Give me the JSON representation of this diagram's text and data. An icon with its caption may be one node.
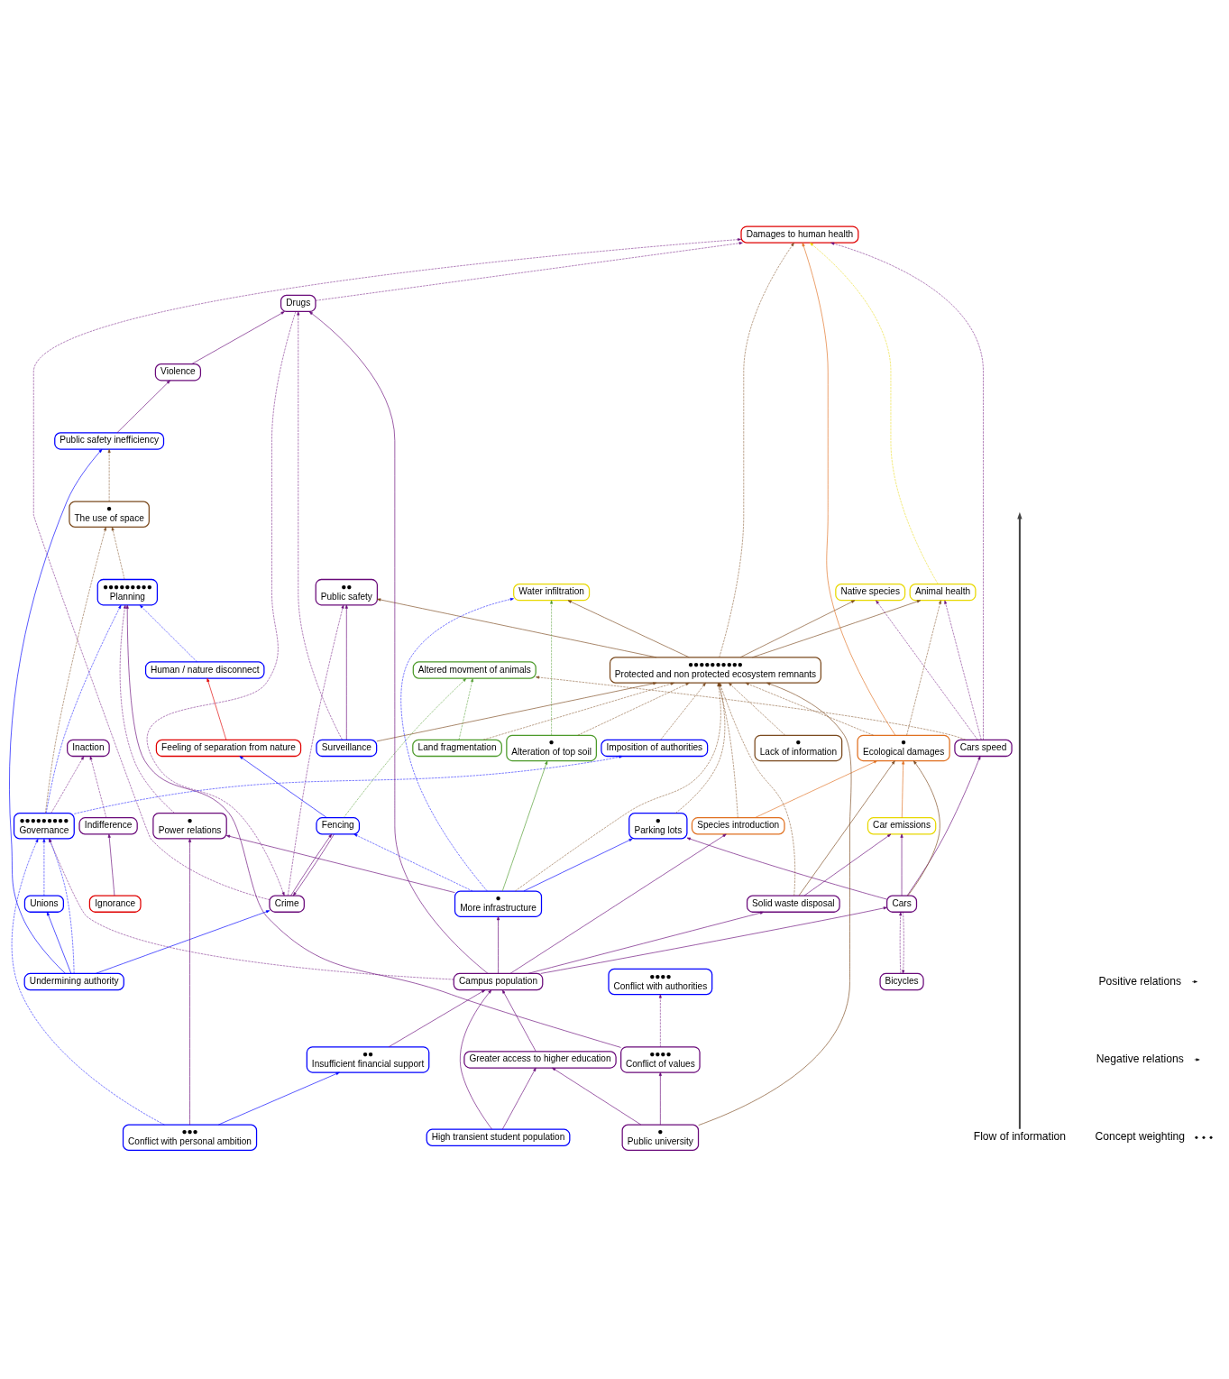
{
  "diagram": {
    "nodes": [
      {
        "text": [
          "Water infiltration"
        ]
      },
      {
        "text": [
          "●●●●",
          "Conflict with authorities"
        ]
      },
      {
        "text": [
          "Bicycles"
        ]
      },
      {
        "text": [
          "●●",
          "Public safety"
        ]
      },
      {
        "text": [
          "Altered movment of animals"
        ]
      },
      {
        "text": [
          "Inaction"
        ]
      },
      {
        "text": [
          "Damages to human health"
        ]
      },
      {
        "text": [
          "Native species"
        ]
      },
      {
        "text": [
          "Indifference"
        ]
      },
      {
        "text": [
          "Crime"
        ]
      },
      {
        "text": [
          "Animal health"
        ]
      },
      {
        "text": [
          "Ignorance"
        ]
      },
      {
        "text": [
          "●●●●●●●●●●",
          "Protected and non protected ecosystem remnants"
        ]
      },
      {
        "text": [
          "Drugs"
        ]
      },
      {
        "text": [
          "Cars speed"
        ]
      },
      {
        "text": [
          "●",
          "Alteration of top soil"
        ]
      },
      {
        "text": [
          "Land fragmentation"
        ]
      },
      {
        "text": [
          "Surveillance"
        ]
      },
      {
        "text": [
          "Imposition of authorities"
        ]
      },
      {
        "text": [
          "●",
          "Lack of information"
        ]
      },
      {
        "text": [
          "●",
          "Parking lots"
        ]
      },
      {
        "text": [
          "●",
          "Ecological damages"
        ]
      },
      {
        "text": [
          "Violence"
        ]
      },
      {
        "text": [
          "Species introduction"
        ]
      },
      {
        "text": [
          "Car emissions"
        ]
      },
      {
        "text": [
          "Public safety inefficiency"
        ]
      },
      {
        "text": [
          "Cars"
        ]
      },
      {
        "text": [
          "Solid waste disposal"
        ]
      },
      {
        "text": [
          "●",
          "The use of space"
        ]
      },
      {
        "text": [
          "●●●●●●●●●",
          "Planning"
        ]
      },
      {
        "text": [
          "●●●●",
          "Conflict of values"
        ]
      },
      {
        "text": [
          "●●●●●●●●●",
          "Governance"
        ]
      },
      {
        "text": [
          "Human / nature disconnect"
        ]
      },
      {
        "text": [
          "●",
          "Power relations"
        ]
      },
      {
        "text": [
          "Unions"
        ]
      },
      {
        "text": [
          "Feeling of separation from nature"
        ]
      },
      {
        "text": [
          "Fencing"
        ]
      },
      {
        "text": [
          "Undermining authority"
        ]
      },
      {
        "text": [
          "●",
          "More infrastructure"
        ]
      },
      {
        "text": [
          "Campus population"
        ]
      },
      {
        "text": [
          "Greater access to higher education"
        ]
      },
      {
        "text": [
          "●●",
          "Insufficient financial support"
        ]
      },
      {
        "text": [
          "●",
          "Public university"
        ]
      },
      {
        "text": [
          "High transient student population"
        ]
      },
      {
        "text": [
          "●●●",
          "Conflict with personal ambition"
        ]
      }
    ],
    "edges": [
      {
        "from": 12,
        "to": 0,
        "arrow": "to",
        "color": "#7b4a1e"
      },
      {
        "from": 12,
        "to": 3,
        "arrow": "to",
        "color": "#7b4a1e"
      },
      {
        "from": 12,
        "to": 10,
        "arrow": "to",
        "color": "#7b4a1e"
      },
      {
        "from": 12,
        "to": 7,
        "arrow": "to",
        "color": "#7b4a1e"
      },
      {
        "from": 12,
        "to": 6,
        "arrow": "to",
        "style": "dashed",
        "color": "#7b4a1e"
      },
      {
        "from": 15,
        "to": 12,
        "arrow": "to",
        "style": "dashed",
        "color": "#7b4a1e"
      },
      {
        "from": 16,
        "to": 12,
        "arrow": "to",
        "style": "dashed",
        "color": "#7b4a1e"
      },
      {
        "from": 17,
        "to": 12,
        "arrow": "to",
        "color": "#7b4a1e"
      },
      {
        "from": 18,
        "to": 12,
        "arrow": "to",
        "style": "dashed",
        "color": "#7b4a1e"
      },
      {
        "from": 19,
        "to": 12,
        "arrow": "to",
        "style": "dashed",
        "color": "#7b4a1e"
      },
      {
        "from": 20,
        "to": 12,
        "arrow": "to",
        "style": "dashed",
        "color": "#7b4a1e"
      },
      {
        "from": 21,
        "to": 12,
        "arrow": "to",
        "style": "dashed",
        "color": "#7b4a1e"
      },
      {
        "from": 23,
        "to": 12,
        "arrow": "to",
        "style": "dashed",
        "color": "#7b4a1e"
      },
      {
        "from": 27,
        "to": 12,
        "arrow": "to",
        "style": "dashed",
        "color": "#7b4a1e"
      },
      {
        "from": 38,
        "to": 12,
        "arrow": "to",
        "style": "dashed",
        "color": "#7b4a1e"
      },
      {
        "from": 42,
        "to": 12,
        "arrow": "to",
        "color": "#7b4a1e"
      },
      {
        "from": 21,
        "to": 10,
        "arrow": "to",
        "style": "dashed",
        "color": "#7b4a1e"
      },
      {
        "from": 14,
        "to": 4,
        "arrow": "to",
        "style": "dashed",
        "color": "#7b4a1e"
      },
      {
        "from": 28,
        "to": 25,
        "arrow": "to",
        "style": "dashed",
        "color": "#7b4a1e"
      },
      {
        "from": 29,
        "to": 28,
        "arrow": "to",
        "style": "dashed",
        "color": "#7b4a1e"
      },
      {
        "from": 31,
        "to": 28,
        "arrow": "to",
        "style": "dashed",
        "color": "#7b4a1e"
      },
      {
        "from": 26,
        "to": 21,
        "arrow": "to",
        "color": "#7b4a1e"
      },
      {
        "from": 27,
        "to": 21,
        "arrow": "to",
        "color": "#7b4a1e"
      },
      {
        "from": 23,
        "to": 21,
        "arrow": "to",
        "color": "#e07020"
      },
      {
        "from": 24,
        "to": 21,
        "arrow": "to",
        "color": "#e07020"
      },
      {
        "from": 21,
        "to": 6,
        "arrow": "to",
        "color": "#e07020"
      },
      {
        "from": 10,
        "to": 6,
        "arrow": "to",
        "style": "dashed",
        "color": "#e8d800"
      },
      {
        "from": 15,
        "to": 0,
        "arrow": "to",
        "style": "dashed",
        "color": "#4c9a2a"
      },
      {
        "from": 16,
        "to": 4,
        "arrow": "to",
        "style": "dashed",
        "color": "#4c9a2a"
      },
      {
        "from": 36,
        "to": 4,
        "arrow": "to",
        "style": "dashed",
        "color": "#4c9a2a"
      },
      {
        "from": 38,
        "to": 15,
        "arrow": "to",
        "color": "#4c9a2a"
      },
      {
        "from": 11,
        "to": 8,
        "arrow": "to"
      },
      {
        "from": 8,
        "to": 5,
        "arrow": "to",
        "style": "dashed"
      },
      {
        "from": 9,
        "to": 6,
        "arrow": "to",
        "style": "dashed"
      },
      {
        "from": 9,
        "to": 3,
        "arrow": "to",
        "style": "dashed"
      },
      {
        "from": 31,
        "to": 5,
        "arrow": "to",
        "style": "dashed"
      },
      {
        "from": 17,
        "to": 3,
        "arrow": "to"
      },
      {
        "from": 17,
        "to": 13,
        "arrow": "to",
        "style": "dashed"
      },
      {
        "from": 36,
        "to": 9,
        "arrow": "to"
      },
      {
        "from": 9,
        "to": 36,
        "arrow": "to"
      },
      {
        "from": 13,
        "to": 9,
        "arrow": "to",
        "style": "dashed"
      },
      {
        "from": 13,
        "to": 6,
        "arrow": "to",
        "style": "dashed"
      },
      {
        "from": 14,
        "to": 6,
        "arrow": "to",
        "style": "dashed"
      },
      {
        "from": 14,
        "to": 10,
        "arrow": "to",
        "style": "dashed"
      },
      {
        "from": 14,
        "to": 7,
        "arrow": "to",
        "style": "dashed"
      },
      {
        "from": 22,
        "to": 13,
        "arrow": "to"
      },
      {
        "from": 26,
        "to": 14,
        "arrow": "to"
      },
      {
        "from": 26,
        "to": 20,
        "arrow": "to"
      },
      {
        "from": 26,
        "to": 24,
        "arrow": "to"
      },
      {
        "from": 25,
        "to": 22,
        "arrow": "to"
      },
      {
        "from": 27,
        "to": 24,
        "arrow": "to"
      },
      {
        "from": 2,
        "to": 26,
        "arrow": "to",
        "style": "dashed"
      },
      {
        "from": 26,
        "to": 2,
        "arrow": "to",
        "style": "dashed"
      },
      {
        "from": 30,
        "to": 1,
        "arrow": "to",
        "style": "dashed"
      },
      {
        "from": 30,
        "to": 29,
        "arrow": "to"
      },
      {
        "from": 39,
        "to": 23,
        "arrow": "to"
      },
      {
        "from": 39,
        "to": 26,
        "arrow": "to"
      },
      {
        "from": 39,
        "to": 38,
        "arrow": "to"
      },
      {
        "from": 39,
        "to": 27,
        "arrow": "to"
      },
      {
        "from": 39,
        "to": 13,
        "arrow": "to"
      },
      {
        "from": 39,
        "to": 31,
        "arrow": "to",
        "style": "dashed"
      },
      {
        "from": 38,
        "to": 33,
        "arrow": "to"
      },
      {
        "from": 33,
        "to": 29,
        "arrow": "to",
        "style": "dashed"
      },
      {
        "from": 44,
        "to": 33,
        "arrow": "to"
      },
      {
        "from": 42,
        "to": 30,
        "arrow": "to"
      },
      {
        "from": 42,
        "to": 40,
        "arrow": "to"
      },
      {
        "from": 40,
        "to": 39,
        "arrow": "to"
      },
      {
        "from": 43,
        "to": 39,
        "arrow": "to"
      },
      {
        "from": 43,
        "to": 40,
        "arrow": "to"
      },
      {
        "from": 41,
        "to": 39,
        "arrow": "to"
      },
      {
        "from": 44,
        "to": 41,
        "arrow": "to",
        "color": "#0000ff"
      },
      {
        "from": 44,
        "to": 31,
        "arrow": "to",
        "style": "dashed",
        "color": "#0000ff"
      },
      {
        "from": 38,
        "to": 0,
        "arrow": "to",
        "style": "dashed",
        "color": "#0000ff"
      },
      {
        "from": 38,
        "to": 36,
        "arrow": "to",
        "style": "dashed",
        "color": "#0000ff"
      },
      {
        "from": 38,
        "to": 20,
        "arrow": "to",
        "color": "#0000ff"
      },
      {
        "from": 36,
        "to": 35,
        "arrow": "to",
        "color": "#0000ff"
      },
      {
        "from": 37,
        "to": 34,
        "arrow": "to",
        "color": "#0000ff"
      },
      {
        "from": 34,
        "to": 31,
        "arrow": "to",
        "style": "dashed",
        "color": "#0000ff"
      },
      {
        "from": 37,
        "to": 31,
        "arrow": "to",
        "style": "dashed",
        "color": "#0000ff"
      },
      {
        "from": 37,
        "to": 25,
        "arrow": "to",
        "color": "#0000ff"
      },
      {
        "from": 37,
        "to": 9,
        "arrow": "to",
        "color": "#0000ff"
      },
      {
        "from": 32,
        "to": 29,
        "arrow": "to",
        "style": "dashed",
        "color": "#0000ff"
      },
      {
        "from": 31,
        "to": 29,
        "arrow": "to",
        "style": "dashed",
        "color": "#0000ff"
      },
      {
        "from": 31,
        "to": 18,
        "arrow": "to",
        "style": "dashed",
        "color": "#0000ff"
      },
      {
        "from": 35,
        "to": 32,
        "arrow": "to",
        "color": "#e00000"
      }
    ],
    "labels": [
      "Flow of information"
    ],
    "legend": [
      {
        "text": "Positive relations"
      },
      {
        "text": "Negative relations"
      },
      {
        "text": "Concept weighting"
      }
    ]
  }
}
